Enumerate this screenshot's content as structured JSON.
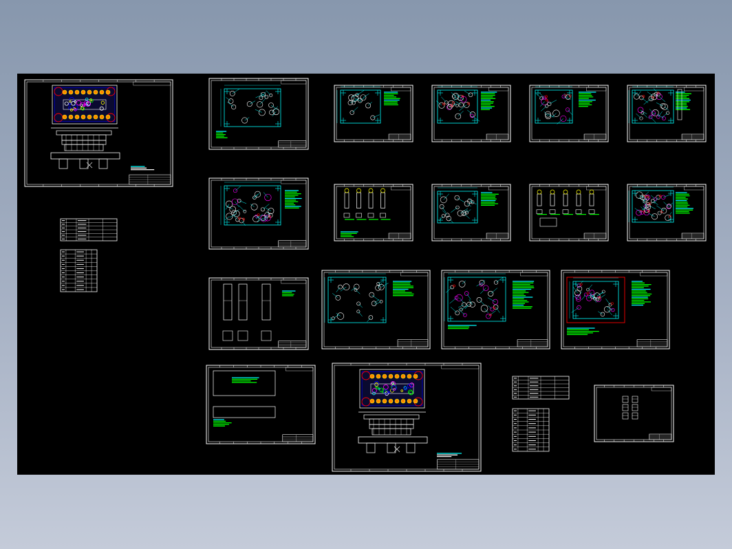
{
  "viewer": {
    "background_color": "#000000",
    "frame_color": "#ffffff",
    "accent_colors": [
      "#00ff00",
      "#00ffff",
      "#ffff00",
      "#ff0000",
      "#ff00ff",
      "#0000ff",
      "#ff8800"
    ]
  },
  "sheets": [
    {
      "id": "assembly-1",
      "kind": "assembly"
    },
    {
      "id": "part-a",
      "kind": "plate"
    },
    {
      "id": "part-b",
      "kind": "plate"
    },
    {
      "id": "part-c",
      "kind": "plate"
    },
    {
      "id": "part-d",
      "kind": "plate"
    },
    {
      "id": "part-e",
      "kind": "plate"
    },
    {
      "id": "part-f",
      "kind": "plate"
    },
    {
      "id": "part-g",
      "kind": "punches"
    },
    {
      "id": "part-h",
      "kind": "plate"
    },
    {
      "id": "part-i",
      "kind": "punches"
    },
    {
      "id": "part-j",
      "kind": "plate"
    },
    {
      "id": "part-k",
      "kind": "bars"
    },
    {
      "id": "part-l",
      "kind": "plate"
    },
    {
      "id": "part-m",
      "kind": "plate"
    },
    {
      "id": "part-n",
      "kind": "plate"
    },
    {
      "id": "part-o",
      "kind": "long-plate"
    },
    {
      "id": "assembly-2",
      "kind": "assembly"
    },
    {
      "id": "part-p",
      "kind": "small-parts"
    }
  ],
  "tables": [
    {
      "id": "bom-1"
    },
    {
      "id": "bom-2"
    },
    {
      "id": "bom-3"
    },
    {
      "id": "bom-4"
    }
  ]
}
